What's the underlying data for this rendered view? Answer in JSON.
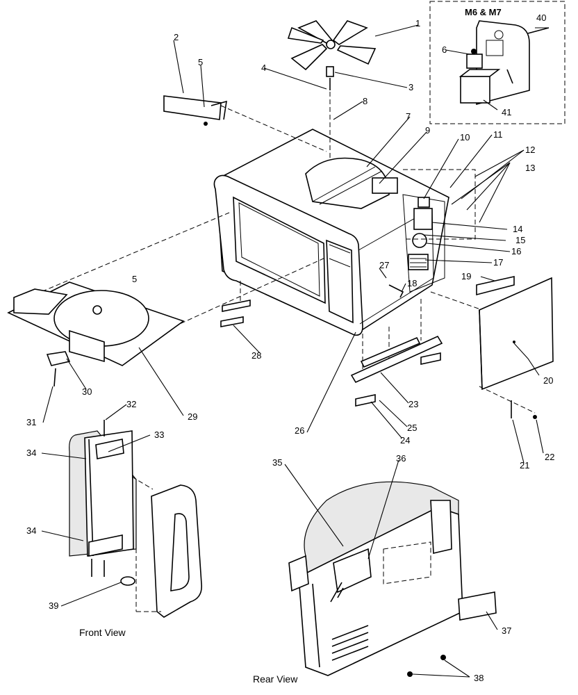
{
  "callouts": [
    {
      "id": "1",
      "text": "1"
    },
    {
      "id": "2",
      "text": "2"
    },
    {
      "id": "3",
      "text": "3"
    },
    {
      "id": "4",
      "text": "4"
    },
    {
      "id": "5a",
      "text": "5"
    },
    {
      "id": "5b",
      "text": "5"
    },
    {
      "id": "6",
      "text": "6"
    },
    {
      "id": "7",
      "text": "7"
    },
    {
      "id": "8",
      "text": "8"
    },
    {
      "id": "9",
      "text": "9"
    },
    {
      "id": "10",
      "text": "10"
    },
    {
      "id": "11",
      "text": "11"
    },
    {
      "id": "12",
      "text": "12"
    },
    {
      "id": "13",
      "text": "13"
    },
    {
      "id": "14",
      "text": "14"
    },
    {
      "id": "15",
      "text": "15"
    },
    {
      "id": "16",
      "text": "16"
    },
    {
      "id": "17",
      "text": "17"
    },
    {
      "id": "18",
      "text": "18"
    },
    {
      "id": "19",
      "text": "19"
    },
    {
      "id": "20",
      "text": "20"
    },
    {
      "id": "21",
      "text": "21"
    },
    {
      "id": "22",
      "text": "22"
    },
    {
      "id": "23",
      "text": "23"
    },
    {
      "id": "24",
      "text": "24"
    },
    {
      "id": "25",
      "text": "25"
    },
    {
      "id": "26",
      "text": "26"
    },
    {
      "id": "27",
      "text": "27"
    },
    {
      "id": "28",
      "text": "28"
    },
    {
      "id": "29",
      "text": "29"
    },
    {
      "id": "30",
      "text": "30"
    },
    {
      "id": "31",
      "text": "31"
    },
    {
      "id": "32",
      "text": "32"
    },
    {
      "id": "33",
      "text": "33"
    },
    {
      "id": "34a",
      "text": "34"
    },
    {
      "id": "34b",
      "text": "34"
    },
    {
      "id": "35",
      "text": "35"
    },
    {
      "id": "36",
      "text": "36"
    },
    {
      "id": "37",
      "text": "37"
    },
    {
      "id": "38",
      "text": "38"
    },
    {
      "id": "39",
      "text": "39"
    },
    {
      "id": "40",
      "text": "40"
    },
    {
      "id": "41",
      "text": "41"
    }
  ],
  "inset": {
    "title": "M6 & M7"
  },
  "views": {
    "front": "Front View",
    "rear": "Rear View"
  }
}
